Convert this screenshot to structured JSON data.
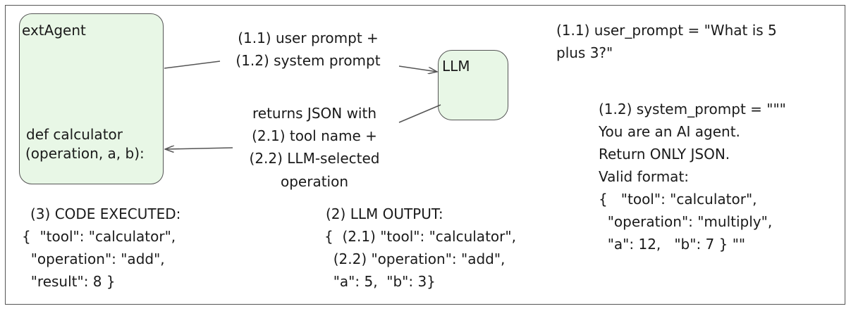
{
  "agent": {
    "title": "extAgent",
    "func_line1": "def calculator",
    "func_line2": "(operation, a, b):"
  },
  "llm": {
    "label": "LLM"
  },
  "arrow_top": {
    "line1": "(1.1) user prompt +",
    "line2": "(1.2) system prompt"
  },
  "arrow_bottom": {
    "line1": "returns JSON with",
    "line2": "(2.1) tool name +",
    "line3": "(2.2) LLM-selected",
    "line4": "operation"
  },
  "user_prompt": {
    "line1": "(1.1) user_prompt = \"What is 5",
    "line2": "plus 3?\""
  },
  "system_prompt": {
    "line1": "(1.2) system_prompt = \"\"\"",
    "line2": "You are an AI agent.",
    "line3": "Return ONLY JSON.",
    "line4": "Valid format:",
    "line5": "{   \"tool\": \"calculator\",",
    "line6": "  \"operation\": \"multiply\",",
    "line7": "  \"a\": 12,   \"b\": 7 } \"\""
  },
  "code_executed": {
    "line1": "(3) CODE EXECUTED:",
    "line2": "{  \"tool\": \"calculator\",",
    "line3": "  \"operation\": \"add\",",
    "line4": "  \"result\": 8 }"
  },
  "llm_output": {
    "line1": "(2) LLM OUTPUT:",
    "line2": "{  (2.1) \"tool\": \"calculator\",",
    "line3": "  (2.2) \"operation\": \"add\",",
    "line4": "  \"a\": 5,  \"b\": 3}"
  },
  "colors": {
    "box_fill": "#e8f7e6",
    "stroke": "#555555"
  }
}
